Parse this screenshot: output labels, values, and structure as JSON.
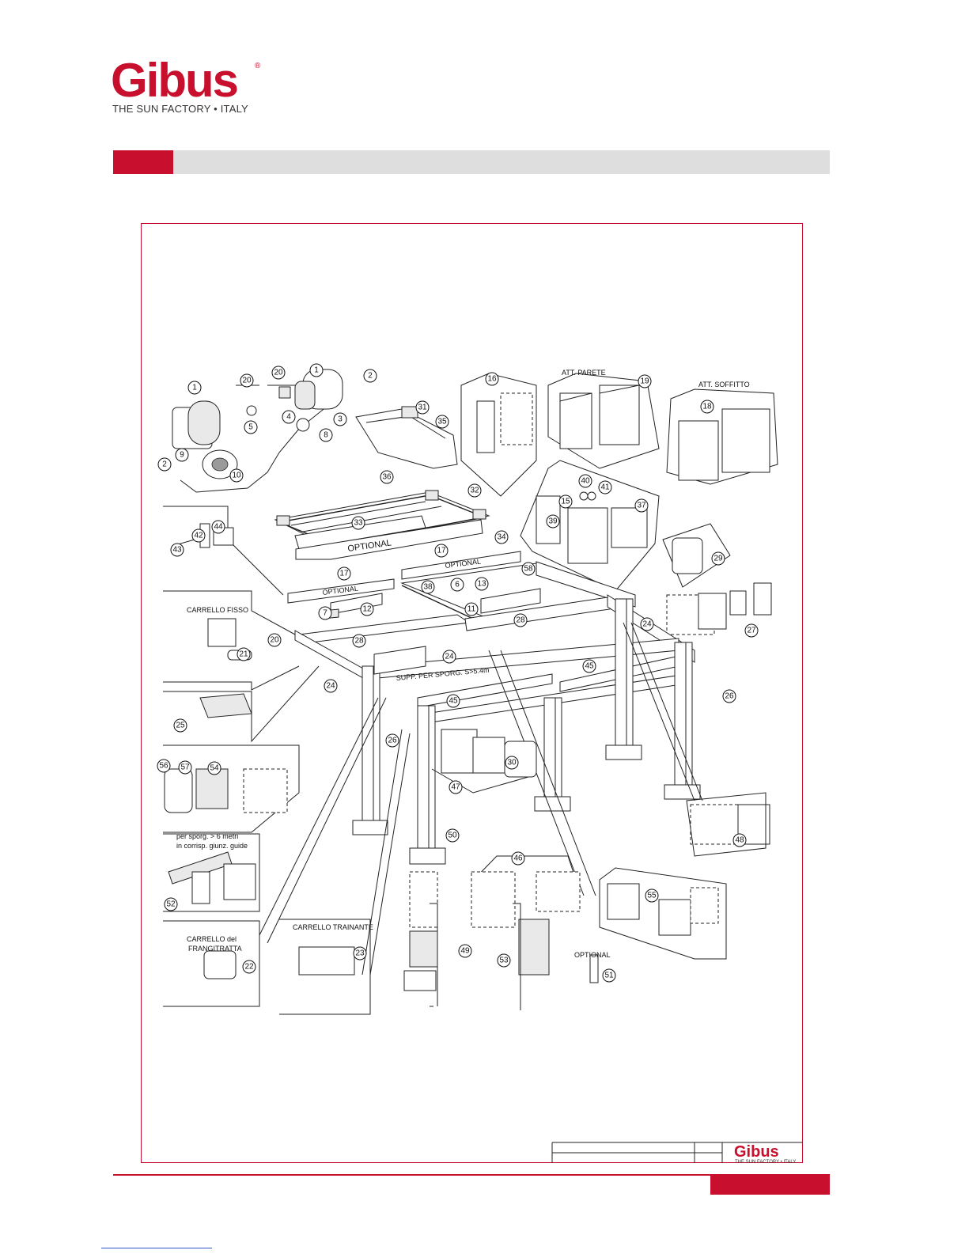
{
  "brand": {
    "name": "Gibus",
    "registered": "®",
    "tagline": "THE SUN FACTORY • ITALY",
    "tagline_small": "THE SUN FACTORY • ITALY",
    "color": "#c8102e"
  },
  "labels": {
    "att_parete": "ATT. PARETE",
    "att_soffitto": "ATT. SOFFITTO",
    "optional": "OPTIONAL",
    "carrello_fisso": "CARRELLO FISSO",
    "supp": "SUPP. PER SPORG. S>5.4m",
    "sporg_line1": "per sporg. > 6 metri",
    "sporg_line2": "in corrisp. giunz. guide",
    "carrello_trainante": "CARRELLO TRAINANTE",
    "frangi_line1": "CARRELLO del",
    "frangi_line2": "FRANGITRATTA"
  },
  "callouts": [
    "1",
    "2",
    "3",
    "4",
    "5",
    "6",
    "7",
    "8",
    "9",
    "10",
    "11",
    "12",
    "13",
    "15",
    "16",
    "17",
    "18",
    "19",
    "20",
    "21",
    "22",
    "23",
    "24",
    "25",
    "26",
    "27",
    "28",
    "29",
    "30",
    "31",
    "32",
    "33",
    "34",
    "35",
    "36",
    "37",
    "38",
    "39",
    "40",
    "41",
    "42",
    "43",
    "44",
    "45",
    "46",
    "47",
    "48",
    "49",
    "50",
    "51",
    "52",
    "53",
    "54",
    "55",
    "56",
    "57",
    "58"
  ]
}
